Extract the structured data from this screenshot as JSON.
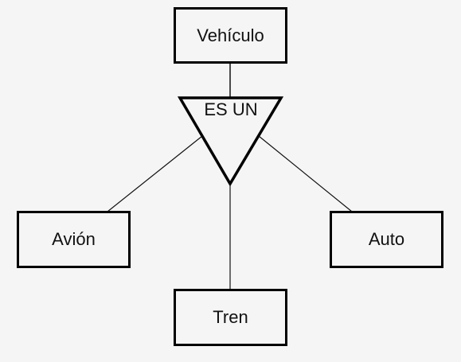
{
  "diagram": {
    "entities": {
      "parent": "Vehículo",
      "left_child": "Avión",
      "middle_child": "Tren",
      "right_child": "Auto"
    },
    "relationship": {
      "label": "ES UN"
    }
  },
  "colors": {
    "background": "#f5f5f5",
    "stroke": "#000000",
    "text": "#111111"
  }
}
